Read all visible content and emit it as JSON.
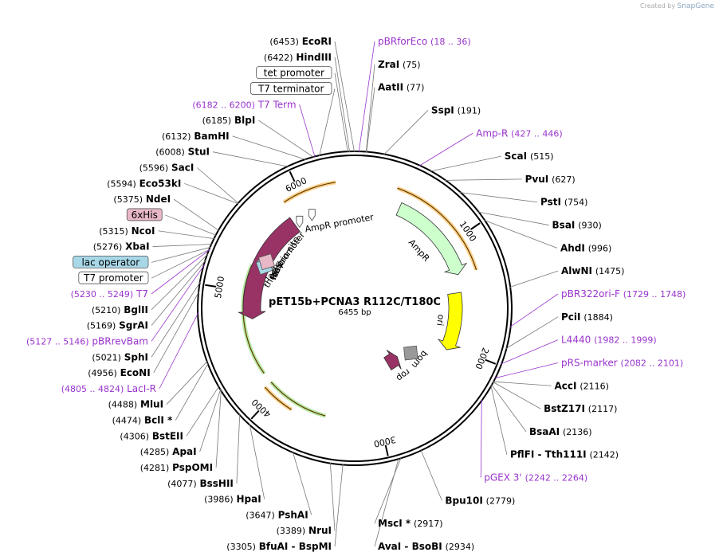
{
  "credit": {
    "prefix": "Created by",
    "brand": "SnapGene"
  },
  "plasmid": {
    "name": "pET15b+PCNA3 R112C/T180C",
    "length_label": "6455 bp",
    "length": 6455
  },
  "colors": {
    "enzyme_text": "#000000",
    "primer": "#9933cc",
    "ampR_fill": "#ccffcc",
    "ori_fill": "#ffff00",
    "lacI_fill": "#993366",
    "rop_fill": "#993366",
    "bom_fill": "#999999",
    "his_fill": "#e8b8c8",
    "lac_operator_fill": "#a8d8e8",
    "orange_trace": "#ff9900",
    "green_trace": "#66cc33"
  },
  "tick_labels": [
    {
      "pos": 1000,
      "text": "1000"
    },
    {
      "pos": 2000,
      "text": "2000"
    },
    {
      "pos": 3000,
      "text": "3000"
    },
    {
      "pos": 4000,
      "text": "4000"
    },
    {
      "pos": 5000,
      "text": "5000"
    },
    {
      "pos": 6000,
      "text": "6000"
    }
  ],
  "features": [
    {
      "name": "AmpR",
      "type": "arrow",
      "start": 430,
      "end": 1290,
      "strand": 1,
      "color": "#ccffcc"
    },
    {
      "name": "ori",
      "type": "arrow",
      "start": 1461,
      "end": 2049,
      "strand": 1,
      "color": "#ffff00"
    },
    {
      "name": "bom",
      "type": "box",
      "start": 2235,
      "end": 2377,
      "color": "#999999"
    },
    {
      "name": "rop",
      "type": "arrow",
      "start": 2488,
      "end": 2678,
      "strand": -1,
      "color": "#993366"
    },
    {
      "name": "lacI",
      "type": "arrow",
      "start": 4735,
      "end": 5818,
      "strand": -1,
      "color": "#993366"
    },
    {
      "name": "lacI promoter",
      "type": "small-arrow",
      "start": 5838,
      "end": 5899,
      "strand": -1
    },
    {
      "name": "AmpR promoter",
      "type": "small-arrow",
      "start": 5958,
      "end": 6062,
      "strand": 1
    },
    {
      "name": "RBS",
      "type": "box",
      "start": 5298,
      "end": 5315
    },
    {
      "name": "thrombin site",
      "type": "box",
      "start": 5278,
      "end": 5295
    },
    {
      "name": "6xHis",
      "type": "box",
      "start": 5330,
      "end": 5350
    }
  ],
  "feature_labels": [
    {
      "text": "AmpR",
      "pos": 860
    },
    {
      "text": "ori",
      "pos": 1755
    },
    {
      "text": "bom",
      "pos": 2300
    },
    {
      "text": "rop",
      "pos": 2583
    },
    {
      "text": "lacI",
      "pos": 5280
    },
    {
      "text": "lacI promoter",
      "pos": 5500
    },
    {
      "text": "AmpR promoter",
      "pos": 6270
    },
    {
      "text": "RBS",
      "pos": 5300
    },
    {
      "text": "thrombin site",
      "pos": 5420
    }
  ],
  "labels_right": [
    {
      "name": "pBRforEco",
      "coord": "(18 .. 36)",
      "pos": 27,
      "kind": "primer"
    },
    {
      "name": "ZraI",
      "coord": "(75)",
      "pos": 75,
      "kind": "enzyme"
    },
    {
      "name": "AatII",
      "coord": "(77)",
      "pos": 77,
      "kind": "enzyme"
    },
    {
      "name": "SspI",
      "coord": "(191)",
      "pos": 191,
      "kind": "enzyme"
    },
    {
      "name": "Amp-R",
      "coord": "(427 .. 446)",
      "pos": 436,
      "kind": "primer"
    },
    {
      "name": "ScaI",
      "coord": "(515)",
      "pos": 515,
      "kind": "enzyme"
    },
    {
      "name": "PvuI",
      "coord": "(627)",
      "pos": 627,
      "kind": "enzyme"
    },
    {
      "name": "PstI",
      "coord": "(754)",
      "pos": 754,
      "kind": "enzyme"
    },
    {
      "name": "BsaI",
      "coord": "(930)",
      "pos": 930,
      "kind": "enzyme"
    },
    {
      "name": "AhdI",
      "coord": "(996)",
      "pos": 996,
      "kind": "enzyme"
    },
    {
      "name": "AlwNI",
      "coord": "(1475)",
      "pos": 1475,
      "kind": "enzyme"
    },
    {
      "name": "pBR322ori-F",
      "coord": "(1729 .. 1748)",
      "pos": 1738,
      "kind": "primer"
    },
    {
      "name": "PciI",
      "coord": "(1884)",
      "pos": 1884,
      "kind": "enzyme"
    },
    {
      "name": "L4440",
      "coord": "(1982 .. 1999)",
      "pos": 1990,
      "kind": "primer"
    },
    {
      "name": "pRS-marker",
      "coord": "(2082 .. 2101)",
      "pos": 2091,
      "kind": "primer"
    },
    {
      "name": "AccI",
      "coord": "(2116)",
      "pos": 2116,
      "kind": "enzyme"
    },
    {
      "name": "BstZ17I",
      "coord": "(2117)",
      "pos": 2117,
      "kind": "enzyme"
    },
    {
      "name": "BsaAI",
      "coord": "(2136)",
      "pos": 2136,
      "kind": "enzyme"
    },
    {
      "name": "PflFI",
      "name2": "Tth111I",
      "coord": "(2142)",
      "pos": 2142,
      "kind": "enzyme"
    },
    {
      "name": "pGEX 3'",
      "coord": "(2242 .. 2264)",
      "pos": 2253,
      "kind": "primer"
    },
    {
      "name": "Bpu10I",
      "coord": "(2779)",
      "pos": 2779,
      "kind": "enzyme"
    },
    {
      "name": "MscI *",
      "coord": "(2917)",
      "pos": 2917,
      "kind": "enzyme"
    },
    {
      "name": "AvaI",
      "name2": "BsoBI",
      "coord": "(2934)",
      "pos": 2934,
      "kind": "enzyme"
    }
  ],
  "labels_left": [
    {
      "name": "EcoRI",
      "coord": "(6453)",
      "pos": 6453,
      "kind": "enzyme"
    },
    {
      "name": "tet promoter",
      "coord": "",
      "pos": 6410,
      "kind": "feature-box"
    },
    {
      "name": "HindIII",
      "coord": "(6422)",
      "pos": 6422,
      "kind": "enzyme"
    },
    {
      "name": "T7 terminator",
      "coord": "",
      "pos": 6220,
      "kind": "feature-box"
    },
    {
      "name": "T7 Term",
      "coord": "(6182 .. 6200)",
      "pos": 6191,
      "kind": "primer"
    },
    {
      "name": "BlpI",
      "coord": "(6185)",
      "pos": 6185,
      "kind": "enzyme"
    },
    {
      "name": "BamHI",
      "coord": "(6132)",
      "pos": 6132,
      "kind": "enzyme"
    },
    {
      "name": "StuI",
      "coord": "(6008)",
      "pos": 6008,
      "kind": "enzyme"
    },
    {
      "name": "SacI",
      "coord": "(5596)",
      "pos": 5596,
      "kind": "enzyme"
    },
    {
      "name": "Eco53kI",
      "coord": "(5594)",
      "pos": 5594,
      "kind": "enzyme"
    },
    {
      "name": "NdeI",
      "coord": "(5375)",
      "pos": 5375,
      "kind": "enzyme"
    },
    {
      "name": "6xHis",
      "coord": "",
      "pos": 5340,
      "kind": "feature-box-his"
    },
    {
      "name": "NcoI",
      "coord": "(5315)",
      "pos": 5315,
      "kind": "enzyme"
    },
    {
      "name": "XbaI",
      "coord": "(5276)",
      "pos": 5276,
      "kind": "enzyme"
    },
    {
      "name": "lac operator",
      "coord": "",
      "pos": 5255,
      "kind": "feature-box-lac"
    },
    {
      "name": "T7 promoter",
      "coord": "",
      "pos": 5240,
      "kind": "feature-box"
    },
    {
      "name": "T7",
      "coord": "(5230 .. 5249)",
      "pos": 5239,
      "kind": "primer"
    },
    {
      "name": "BglII",
      "coord": "(5210)",
      "pos": 5210,
      "kind": "enzyme"
    },
    {
      "name": "SgrAI",
      "coord": "(5169)",
      "pos": 5169,
      "kind": "enzyme"
    },
    {
      "name": "pBRrevBam",
      "coord": "(5127 .. 5146)",
      "pos": 5136,
      "kind": "primer"
    },
    {
      "name": "SphI",
      "coord": "(5021)",
      "pos": 5021,
      "kind": "enzyme"
    },
    {
      "name": "EcoNI",
      "coord": "(4956)",
      "pos": 4956,
      "kind": "enzyme"
    },
    {
      "name": "LacI-R",
      "coord": "(4805 .. 4824)",
      "pos": 4814,
      "kind": "primer"
    },
    {
      "name": "MluI",
      "coord": "(4488)",
      "pos": 4488,
      "kind": "enzyme"
    },
    {
      "name": "BclI *",
      "coord": "(4474)",
      "pos": 4474,
      "kind": "enzyme"
    },
    {
      "name": "BstEII",
      "coord": "(4306)",
      "pos": 4306,
      "kind": "enzyme"
    },
    {
      "name": "ApaI",
      "coord": "(4285)",
      "pos": 4285,
      "kind": "enzyme"
    },
    {
      "name": "PspOMI",
      "coord": "(4281)",
      "pos": 4281,
      "kind": "enzyme"
    },
    {
      "name": "BssHII",
      "coord": "(4077)",
      "pos": 4077,
      "kind": "enzyme"
    },
    {
      "name": "HpaI",
      "coord": "(3986)",
      "pos": 3986,
      "kind": "enzyme"
    },
    {
      "name": "PshAI",
      "coord": "(3647)",
      "pos": 3647,
      "kind": "enzyme"
    },
    {
      "name": "NruI",
      "coord": "(3389)",
      "pos": 3389,
      "kind": "enzyme"
    },
    {
      "name": "BfuAI",
      "name2": "BspMI",
      "coord": "(3305)",
      "pos": 3305,
      "kind": "enzyme"
    }
  ]
}
